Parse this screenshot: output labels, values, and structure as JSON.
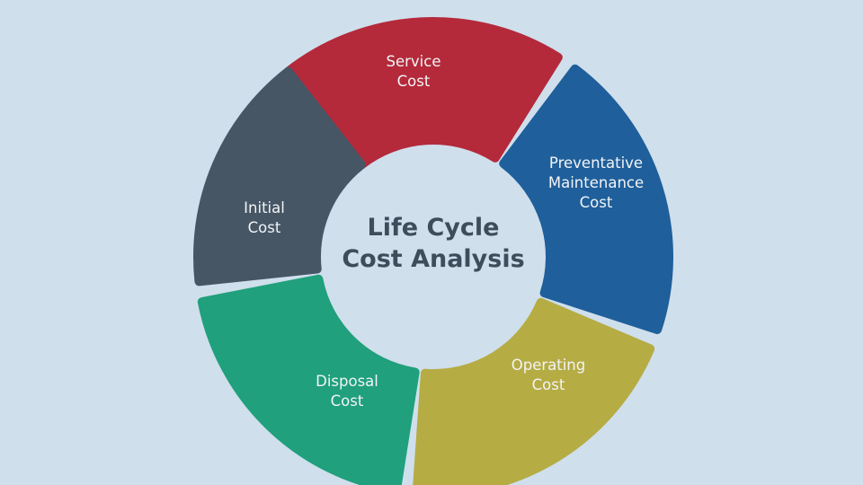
{
  "diagram": {
    "title_lines": [
      "Life Cycle",
      "Cost Analysis"
    ],
    "segments": [
      {
        "id": "service",
        "lines": [
          "Service",
          "Cost"
        ],
        "color": "#b42a3b"
      },
      {
        "id": "preventative-maintenance",
        "lines": [
          "Preventative",
          "Maintenance",
          "Cost"
        ],
        "color": "#1f5f9b"
      },
      {
        "id": "operating",
        "lines": [
          "Operating",
          "Cost"
        ],
        "color": "#b6ac44"
      },
      {
        "id": "disposal",
        "lines": [
          "Disposal",
          "Cost"
        ],
        "color": "#20a07c"
      },
      {
        "id": "initial",
        "lines": [
          "Initial",
          "Cost"
        ],
        "color": "#465665"
      }
    ]
  }
}
